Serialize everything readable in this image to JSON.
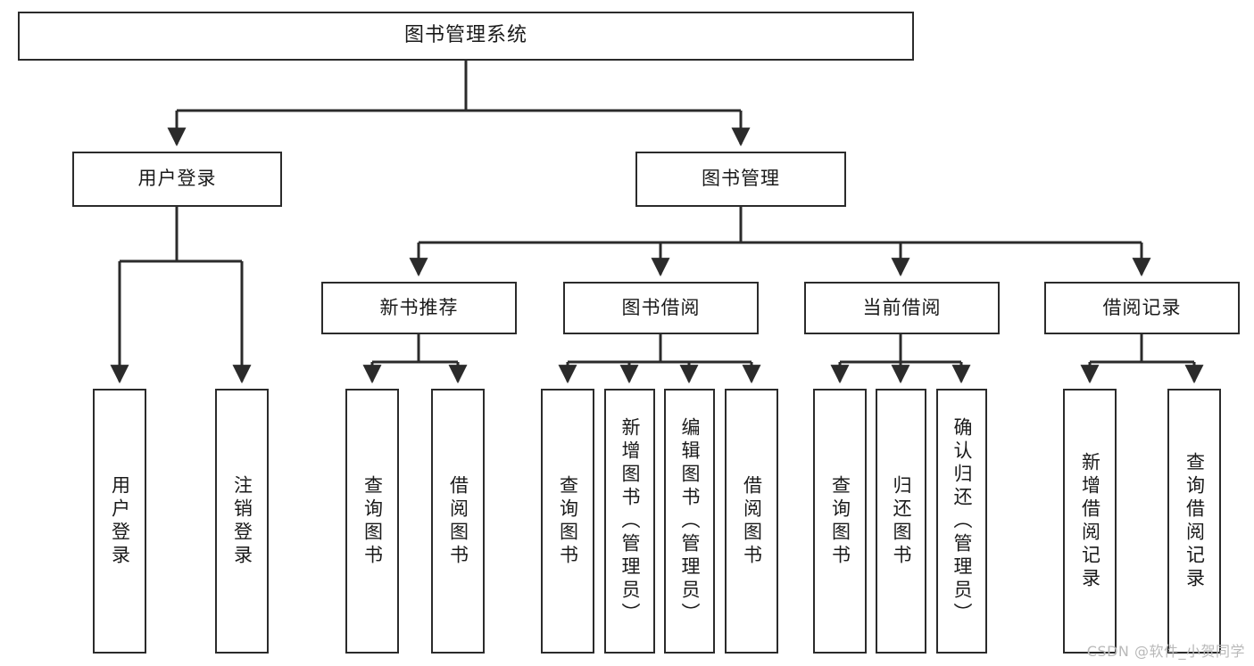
{
  "diagram": {
    "title": "图书管理系统",
    "type": "tree-hierarchy",
    "watermark": "CSDN @软件_小贺同学",
    "colors": {
      "box_border": "#2b2b2b",
      "box_fill": "#ffffff",
      "line": "#2b2b2b",
      "text": "#1a1a1a",
      "watermark": "#b9b9b9",
      "background": "#ffffff"
    },
    "root": {
      "label": "图书管理系统"
    },
    "level2": [
      {
        "id": "user-login",
        "label": "用户登录"
      },
      {
        "id": "book-manage",
        "label": "图书管理"
      }
    ],
    "level3": [
      {
        "id": "new-book-recommend",
        "label": "新书推荐"
      },
      {
        "id": "book-borrow",
        "label": "图书借阅"
      },
      {
        "id": "current-borrow",
        "label": "当前借阅"
      },
      {
        "id": "borrow-record",
        "label": "借阅记录"
      }
    ],
    "leaves": {
      "user_login": [
        {
          "id": "leaf-user-login",
          "label": "用户登录"
        },
        {
          "id": "leaf-logout-login",
          "label": "注销登录"
        }
      ],
      "new_book_recommend": [
        {
          "id": "leaf-query-book-1",
          "label": "查询图书"
        },
        {
          "id": "leaf-borrow-book-1",
          "label": "借阅图书"
        }
      ],
      "book_borrow": [
        {
          "id": "leaf-query-book-2",
          "label": "查询图书"
        },
        {
          "id": "leaf-add-book",
          "label": "新增图书（管理员）"
        },
        {
          "id": "leaf-edit-book",
          "label": "编辑图书（管理员）"
        },
        {
          "id": "leaf-borrow-book-2",
          "label": "借阅图书"
        }
      ],
      "current_borrow": [
        {
          "id": "leaf-query-book-3",
          "label": "查询图书"
        },
        {
          "id": "leaf-return-book",
          "label": "归还图书"
        },
        {
          "id": "leaf-confirm-return",
          "label": "确认归还（管理员）"
        }
      ],
      "borrow_record": [
        {
          "id": "leaf-add-record",
          "label": "新增借阅记录"
        },
        {
          "id": "leaf-query-record",
          "label": "查询借阅记录"
        }
      ]
    }
  }
}
